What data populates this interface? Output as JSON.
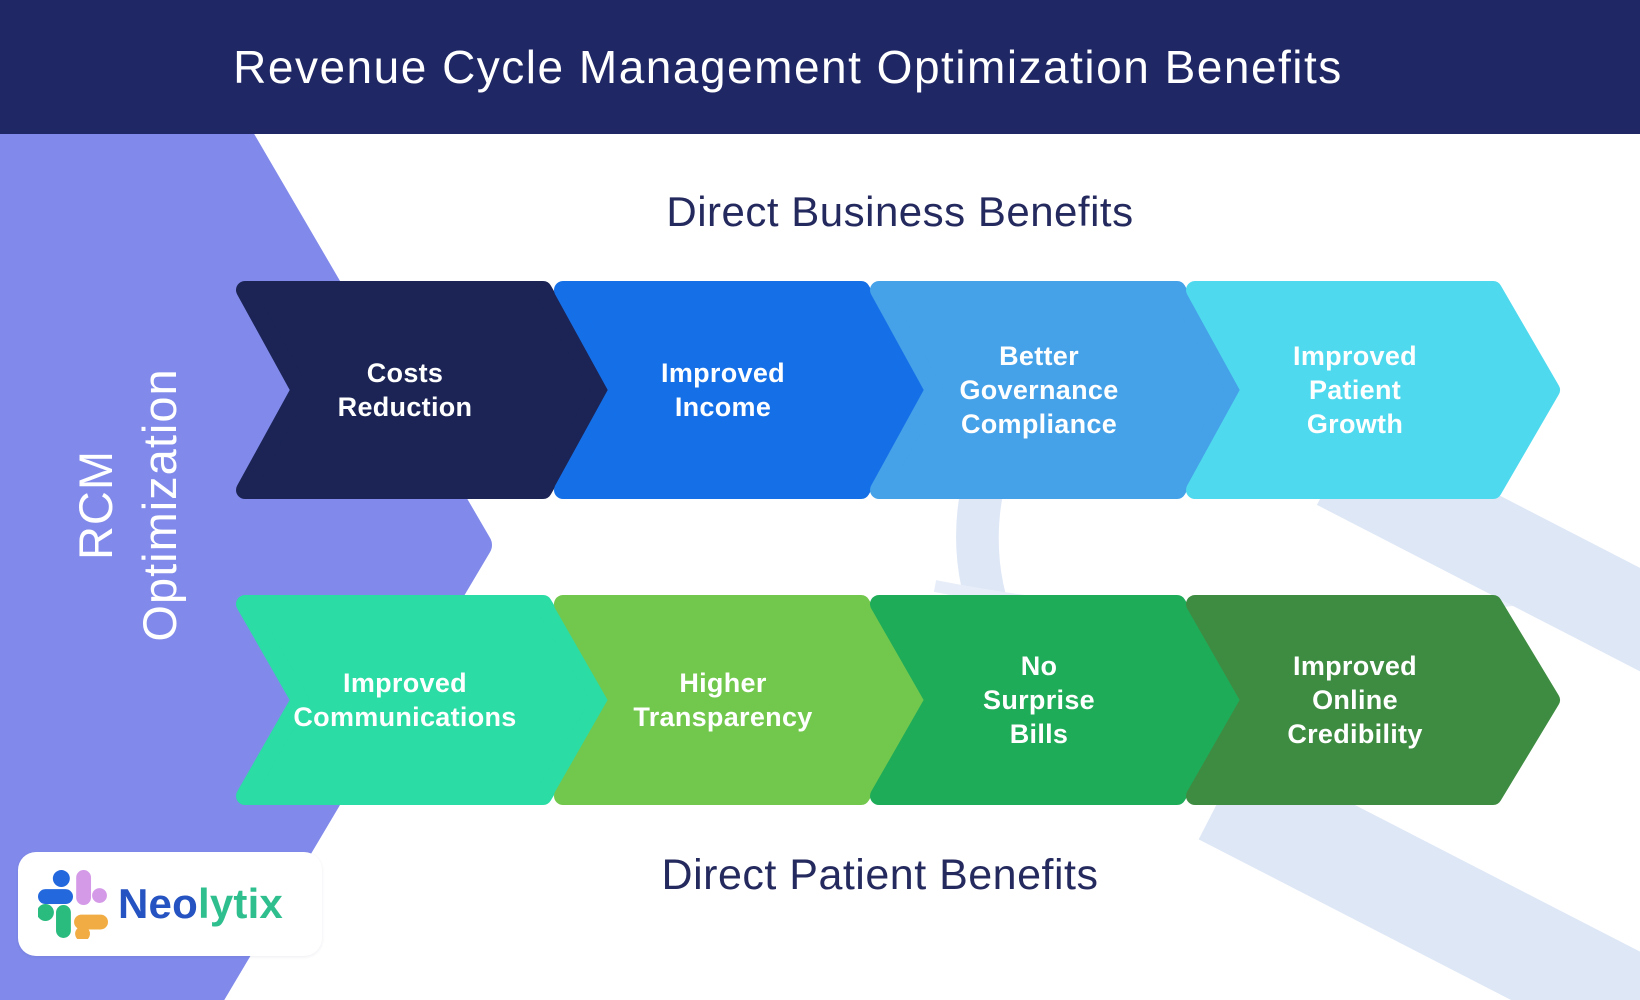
{
  "header": {
    "title": "Revenue Cycle Management Optimization Benefits"
  },
  "left_banner": {
    "line1": "RCM",
    "line2": "Optimization",
    "color": "#818AEA"
  },
  "sections": {
    "business_label": "Direct Business Benefits",
    "patient_label": "Direct Patient Benefits"
  },
  "business_row": {
    "items": [
      {
        "label": "Costs\nReduction",
        "color": "#1B2455"
      },
      {
        "label": "Improved\nIncome",
        "color": "#1570E8"
      },
      {
        "label": "Better\nGovernance\nCompliance",
        "color": "#45A1E8"
      },
      {
        "label": "Improved\nPatient\nGrowth",
        "color": "#4FD9EE"
      }
    ]
  },
  "patient_row": {
    "items": [
      {
        "label": "Improved\nCommunications",
        "color": "#2BDCA4"
      },
      {
        "label": "Higher\nTransparency",
        "color": "#72C84D"
      },
      {
        "label": "No\nSurprise\nBills",
        "color": "#1EAC58"
      },
      {
        "label": "Improved\nOnline\nCredibility",
        "color": "#3E8C41"
      }
    ]
  },
  "logo": {
    "brand_blue_part": "Neo",
    "brand_green_part": "lytix",
    "icon": {
      "blue": "#2468DE",
      "pink": "#D49AE8",
      "green": "#2ABB7F",
      "orange": "#F2AC44"
    }
  },
  "colors": {
    "header_bg": "#1F2765",
    "heading_text": "#252A5E",
    "brand_blue": "#2553C1",
    "brand_green": "#2FBF8E",
    "decor_band": "#DEE7F6",
    "decor_arc": "#E8EEF9"
  }
}
